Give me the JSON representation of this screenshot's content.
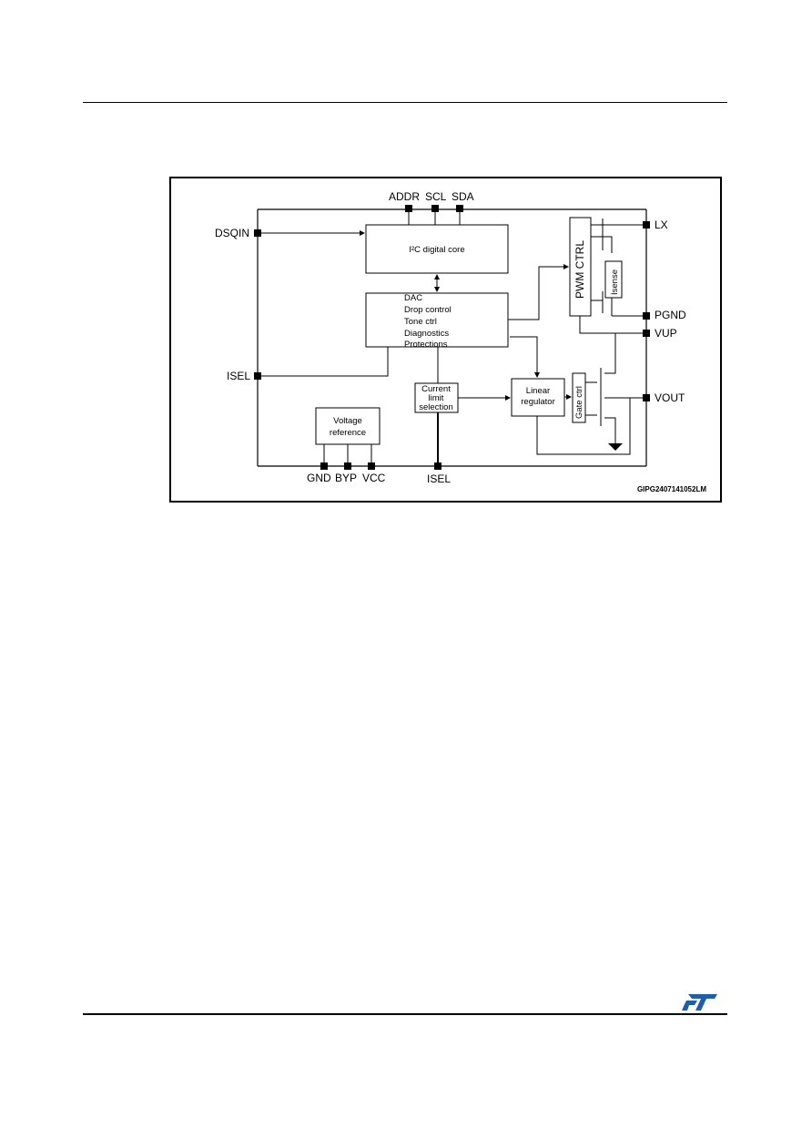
{
  "diagram": {
    "pins": {
      "addr": "ADDR",
      "scl": "SCL",
      "sda": "SDA",
      "dsqin": "DSQIN",
      "isel_left": "ISEL",
      "isel_bottom": "ISEL",
      "lx": "LX",
      "pgnd": "PGND",
      "vup": "VUP",
      "vout": "VOUT",
      "gnd": "GND",
      "byp": "BYP",
      "vcc": "VCC"
    },
    "blocks": {
      "i2c_core": "I²C digital core",
      "control_lines": [
        "DAC",
        "Drop control",
        "Tone ctrl",
        "Diagnostics",
        "Protections"
      ],
      "current_limit": [
        "Current",
        "limit",
        "selection"
      ],
      "linear_regulator": [
        "Linear",
        "regulator"
      ],
      "voltage_reference": [
        "Voltage",
        "reference"
      ],
      "pwm_ctrl": "PWM CTRL",
      "isense": "Isense",
      "gate_ctrl": "Gate ctrl"
    },
    "figure_code": "GIPG2407141052LM"
  },
  "colors": {
    "logo": "#1f5fa8",
    "ink": "#000000"
  },
  "logo": {
    "icon": "st-logo-icon",
    "text": "ST"
  }
}
